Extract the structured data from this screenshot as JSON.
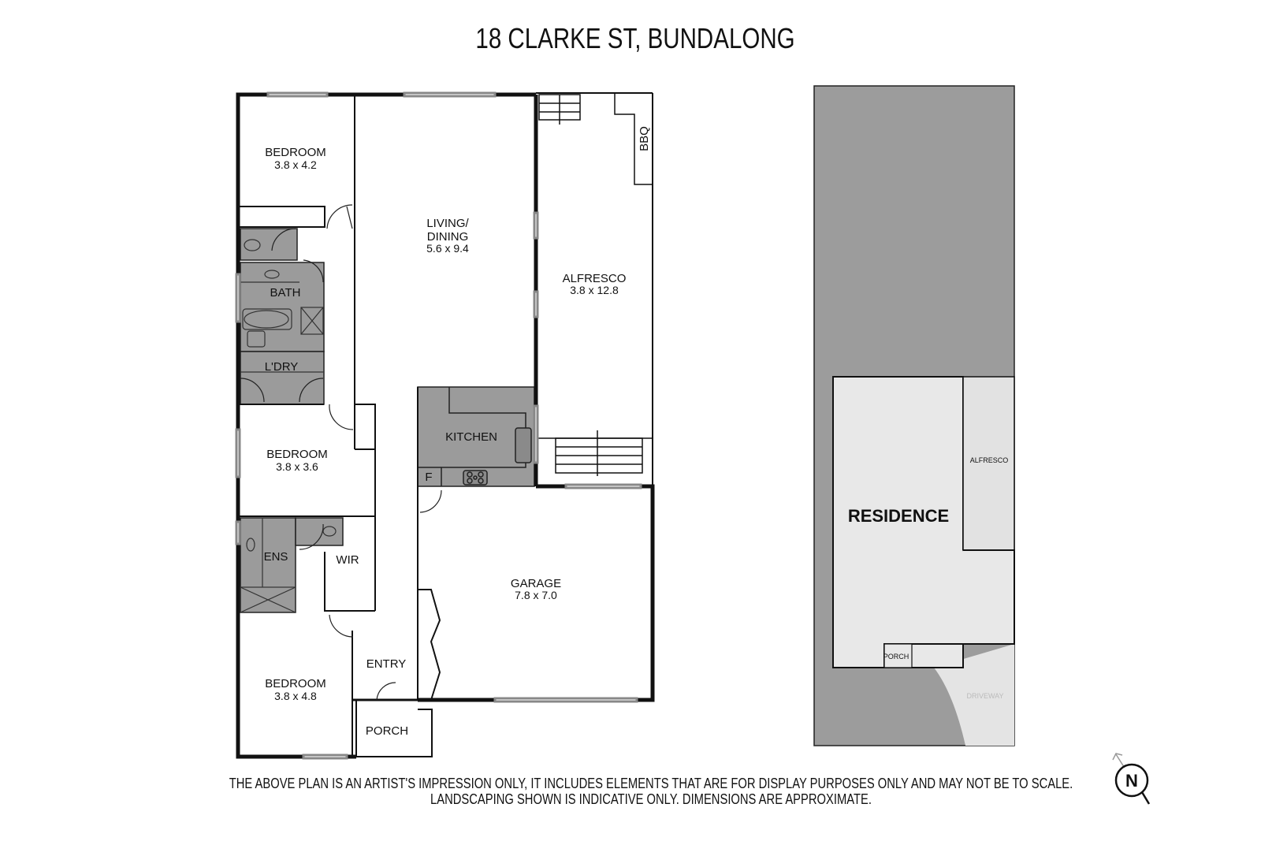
{
  "title": "18 CLARKE ST, BUNDALONG",
  "floor_plan": {
    "rooms": [
      {
        "id": "bedroom-1",
        "name": "BEDROOM",
        "dims": "3.8 x 4.2"
      },
      {
        "id": "living-dining",
        "name_line1": "LIVING/",
        "name_line2": "DINING",
        "dims": "5.6 x 9.4"
      },
      {
        "id": "alfresco",
        "name": "ALFRESCO",
        "dims": "3.8 x 12.8"
      },
      {
        "id": "bbq",
        "name": "BBQ"
      },
      {
        "id": "bath",
        "name": "BATH"
      },
      {
        "id": "laundry",
        "name": "L'DRY"
      },
      {
        "id": "kitchen",
        "name": "KITCHEN"
      },
      {
        "id": "fridge",
        "name": "F"
      },
      {
        "id": "bedroom-2",
        "name": "BEDROOM",
        "dims": "3.8 x 3.6"
      },
      {
        "id": "ensuite",
        "name": "ENS"
      },
      {
        "id": "wir",
        "name": "WIR"
      },
      {
        "id": "garage",
        "name": "GARAGE",
        "dims": "7.8 x 7.0"
      },
      {
        "id": "entry",
        "name": "ENTRY"
      },
      {
        "id": "bedroom-3",
        "name": "BEDROOM",
        "dims": "3.8 x 4.8"
      },
      {
        "id": "porch",
        "name": "PORCH"
      }
    ]
  },
  "site_plan": {
    "residence": "RESIDENCE",
    "alfresco": "ALFRESCO",
    "porch": "PORCH",
    "driveway": "DRIVEWAY"
  },
  "compass": {
    "label": "N",
    "icon": "north-arrow-icon"
  },
  "disclaimer": {
    "line1": "THE ABOVE PLAN IS AN ARTIST'S IMPRESSION ONLY, IT INCLUDES ELEMENTS THAT ARE FOR DISPLAY PURPOSES ONLY AND MAY NOT BE TO SCALE.",
    "line2": "LANDSCAPING SHOWN IS INDICATIVE ONLY. DIMENSIONS ARE APPROXIMATE."
  },
  "colors": {
    "wet_area": "#9b9b9b",
    "site_lot": "#9c9c9c",
    "site_building": "#e8e8e8",
    "wall": "#111111"
  }
}
